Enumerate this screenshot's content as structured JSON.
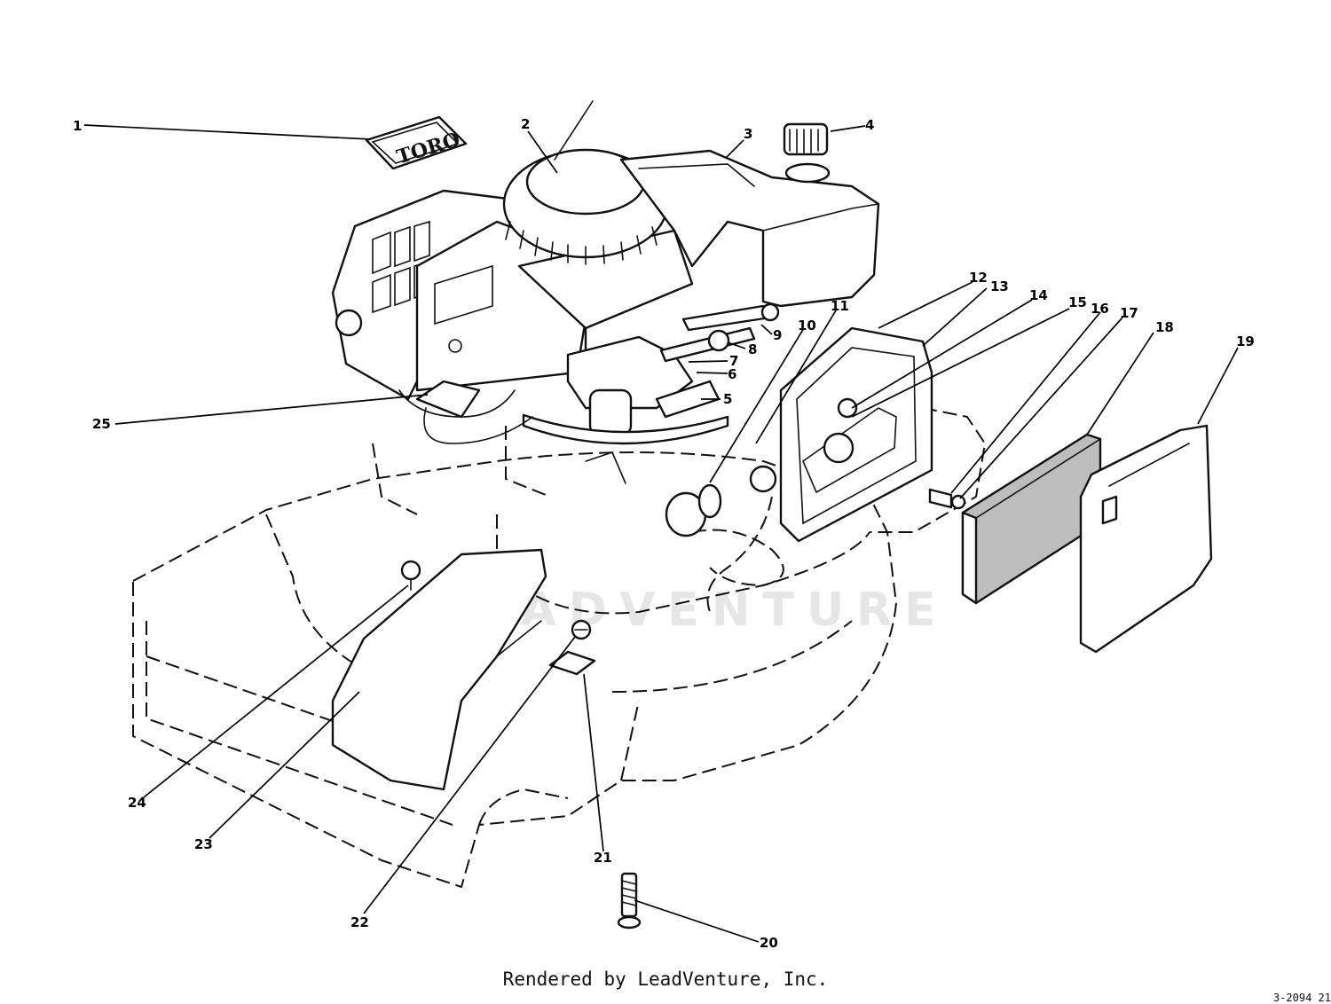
{
  "diagram": {
    "logo_text": "TORO",
    "watermark": "LEADVENTURE",
    "footer": "Rendered by LeadVenture, Inc.",
    "figure_code": "3-2094 21",
    "callouts": [
      "1",
      "2",
      "3",
      "4",
      "5",
      "6",
      "7",
      "8",
      "9",
      "10",
      "11",
      "12",
      "13",
      "14",
      "15",
      "16",
      "17",
      "18",
      "19",
      "20",
      "21",
      "22",
      "23",
      "24",
      "25"
    ]
  }
}
